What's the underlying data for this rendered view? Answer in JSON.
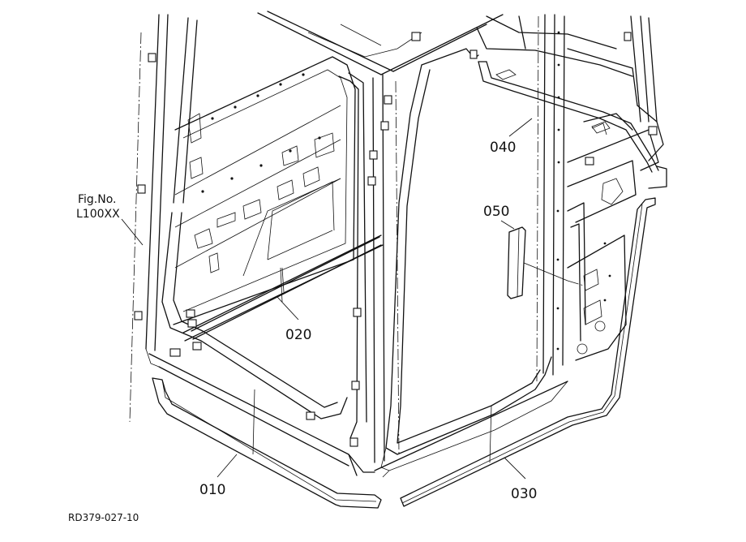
{
  "figure": {
    "ref_line1": "Fig.No.",
    "ref_line2": "L100XX",
    "drawing_code": "RD379-027-10"
  },
  "parts": [
    {
      "id": "010",
      "label": "010"
    },
    {
      "id": "020",
      "label": "020"
    },
    {
      "id": "030",
      "label": "030"
    },
    {
      "id": "040",
      "label": "040"
    },
    {
      "id": "050",
      "label": "050"
    }
  ]
}
